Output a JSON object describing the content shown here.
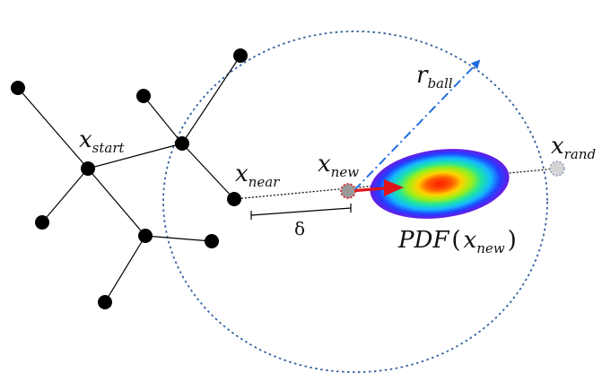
{
  "labels": {
    "x_start_base": "x",
    "x_start_sub": "start",
    "x_near_base": "x",
    "x_near_sub": "near",
    "x_new_base": "x",
    "x_new_sub": "new",
    "x_rand_base": "x",
    "x_rand_sub": "rand",
    "r_ball_base": "r",
    "r_ball_sub": "ball",
    "delta": "δ",
    "pdf_func": "PDF",
    "pdf_open": "(",
    "pdf_base": "x",
    "pdf_sub": "new",
    "pdf_close": ")"
  },
  "colors": {
    "tree_node": "#000000",
    "tree_edge": "#000000",
    "ball_outline": "#2f5f9e",
    "radius_arrow": "#1f6fe0",
    "steer_arrow": "#e0141a",
    "x_new_fill": "#9a9a9a",
    "x_new_outline": "#d9262c",
    "x_rand_fill": "#d4d4d4",
    "x_rand_outline": "#8a9ab8"
  }
}
